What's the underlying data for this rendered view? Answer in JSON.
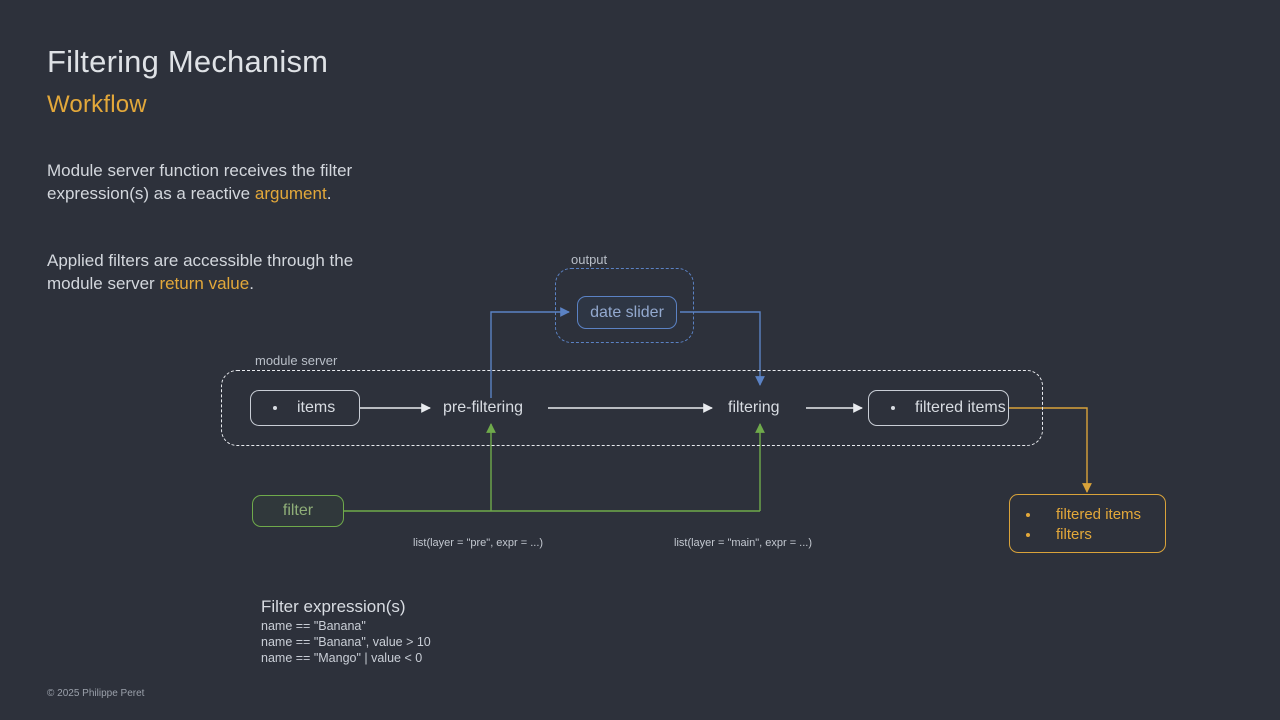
{
  "slide": {
    "title": "Filtering Mechanism",
    "subtitle": "Workflow",
    "footer": "© 2025 Philippe Peret",
    "background_color": "#2d313b",
    "accent_color": "#e3a83a",
    "blue_color": "#5b82c4",
    "green_color": "#6faa4b",
    "orange_color": "#d9a33a"
  },
  "paragraphs": {
    "p1_part1": "Module server function receives the filter expression(s) as a reactive ",
    "p1_accent": "argument",
    "p1_part2": ".",
    "p2_part1": "Applied filters are accessible through the module server ",
    "p2_accent": "return value",
    "p2_part2": "."
  },
  "diagram": {
    "output_group_label": "output",
    "module_server_group_label": "module server",
    "date_slider": "date slider",
    "items": "items",
    "pre_filtering": "pre-filtering",
    "filtering": "filtering",
    "filtered_items": "filtered items",
    "filter": "filter",
    "list_pre": "list(layer = \"pre\", expr = ...)",
    "list_main": "list(layer = \"main\", expr = ...)",
    "result_box": {
      "line1": "filtered items",
      "line2": "filters"
    }
  },
  "filter_expressions": {
    "title": "Filter expression(s)",
    "lines": [
      "name == \"Banana\"",
      "name == \"Banana\", value > 10",
      "name == \"Mango\" | value < 0"
    ]
  }
}
